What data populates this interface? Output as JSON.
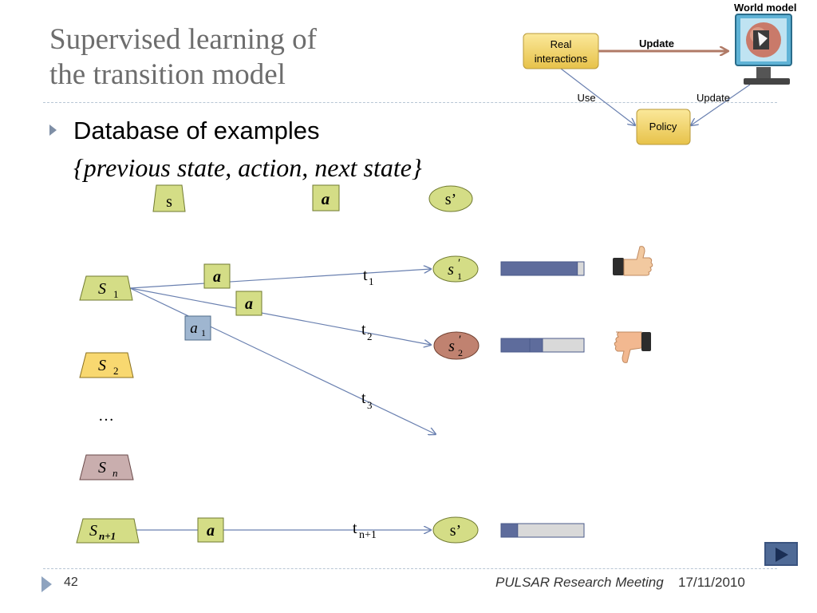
{
  "slide": {
    "title_line1": "Supervised learning of",
    "title_line2": "the transition model",
    "bullet1": "Database of examples",
    "bullet2": "{previous state, action, next state}"
  },
  "diagram": {
    "world_model": "World model",
    "real_line1": "Real",
    "real_line2": "interactions",
    "update_top": "Update",
    "use": "Use",
    "update_right": "Update",
    "policy": "Policy"
  },
  "legend": {
    "s": "s",
    "a": "a",
    "sprime": "s’"
  },
  "rows": {
    "s1": "S",
    "s1_sub": "1",
    "s2": "S",
    "s2_sub": "2",
    "ellipsis": "…",
    "sn": "S",
    "sn_sub": "n",
    "sn1": "S",
    "sn1_sub": "n+1",
    "a_top": "a",
    "a_mid": "a",
    "a1": "a",
    "a1_sub": "1",
    "a_bottom": "a",
    "t1": "t",
    "t1_sub": "1",
    "t2": "t",
    "t2_sub": "2",
    "t3": "t",
    "t3_sub": "3",
    "tn1": "t",
    "tn1_sub": "n+1",
    "r1": "s",
    "r1_sub": "1",
    "r1_prime": "′",
    "r2": "s",
    "r2_sub": "2",
    "r2_prime": "′",
    "r3": "s’"
  },
  "bars": [
    0.92,
    0.5,
    0.2
  ],
  "icons": [
    "thumbs-up-icon",
    "thumbs-down-icon",
    "next-slide-icon",
    "world-model-monitor-icon"
  ],
  "colors": {
    "green": "#d4dd86",
    "yellow": "#f8d870",
    "mauve": "#c9aeae",
    "blue_box": "#9fb6d0",
    "red_ellipse": "#c08270",
    "bar": "#5e6c9c",
    "bar_bg": "#d9d9d9",
    "arrow": "#6a80b0",
    "gold": "#efd060"
  },
  "footer": {
    "page": "42",
    "meeting": "PULSAR Research Meeting",
    "date": "17/11/2010"
  }
}
